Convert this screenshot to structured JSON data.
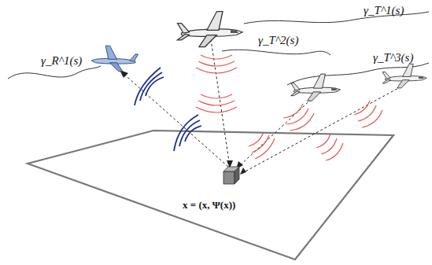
{
  "diagram": {
    "labels": [
      "γ_T^1(s)",
      "γ_R^1(s)",
      "γ_T^2(s)",
      "γ_T^3(s)",
      "x = (x, Ψ(x))"
    ]
  }
}
